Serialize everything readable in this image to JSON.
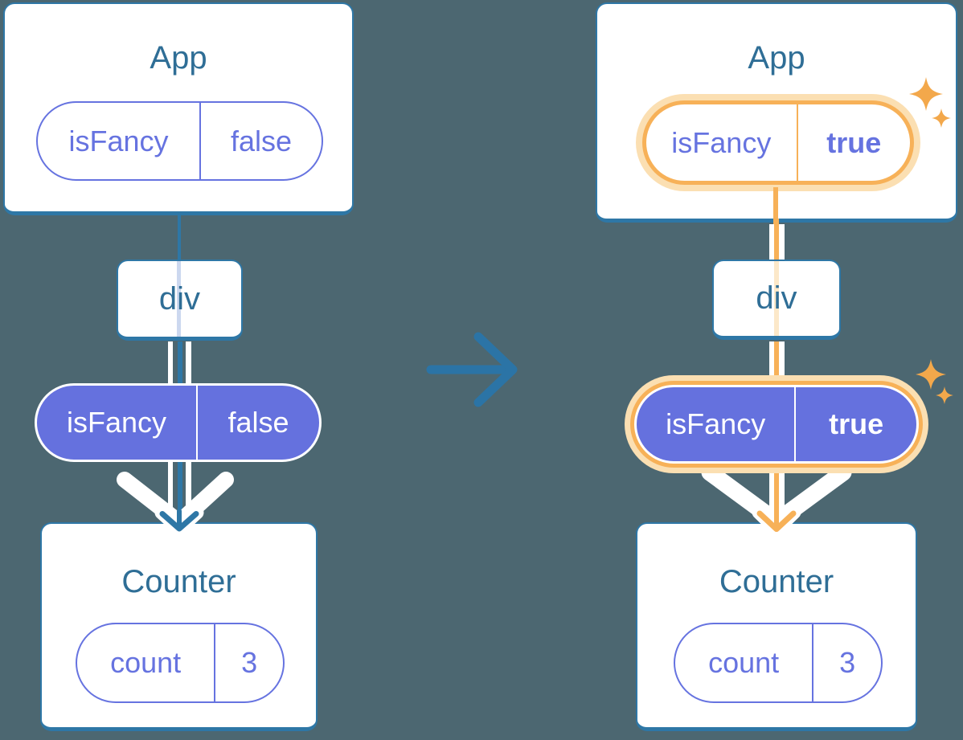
{
  "diagram": {
    "before": {
      "app": {
        "title": "App",
        "state_pill": {
          "label": "isFancy",
          "value": "false"
        }
      },
      "container": {
        "title": "div"
      },
      "passed_state_pill": {
        "label": "isFancy",
        "value": "false"
      },
      "counter": {
        "title": "Counter",
        "state_pill": {
          "label": "count",
          "value": "3"
        }
      }
    },
    "after": {
      "app": {
        "title": "App",
        "state_pill": {
          "label": "isFancy",
          "value": "true"
        }
      },
      "container": {
        "title": "div"
      },
      "passed_state_pill": {
        "label": "isFancy",
        "value": "true"
      },
      "counter": {
        "title": "Counter",
        "state_pill": {
          "label": "count",
          "value": "3"
        }
      }
    },
    "icons": {
      "transition": "right-arrow-icon",
      "highlight": "sparkle-icon",
      "flow": "down-chevron-icon"
    },
    "colors": {
      "background": "#4c6771",
      "card_border": "#2e77a6",
      "title_text": "#2f6e96",
      "transition_arrow": "#2b74a6",
      "purple": "#6673e0",
      "purple_fill": "#6571de",
      "highlight_orange": "#f7b158",
      "highlight_peach": "#fbdfb2",
      "sparkle_orange": "#f3a84b",
      "inactive_line": "#ccd8ef",
      "pale_orange_line": "#fce8c9"
    }
  }
}
